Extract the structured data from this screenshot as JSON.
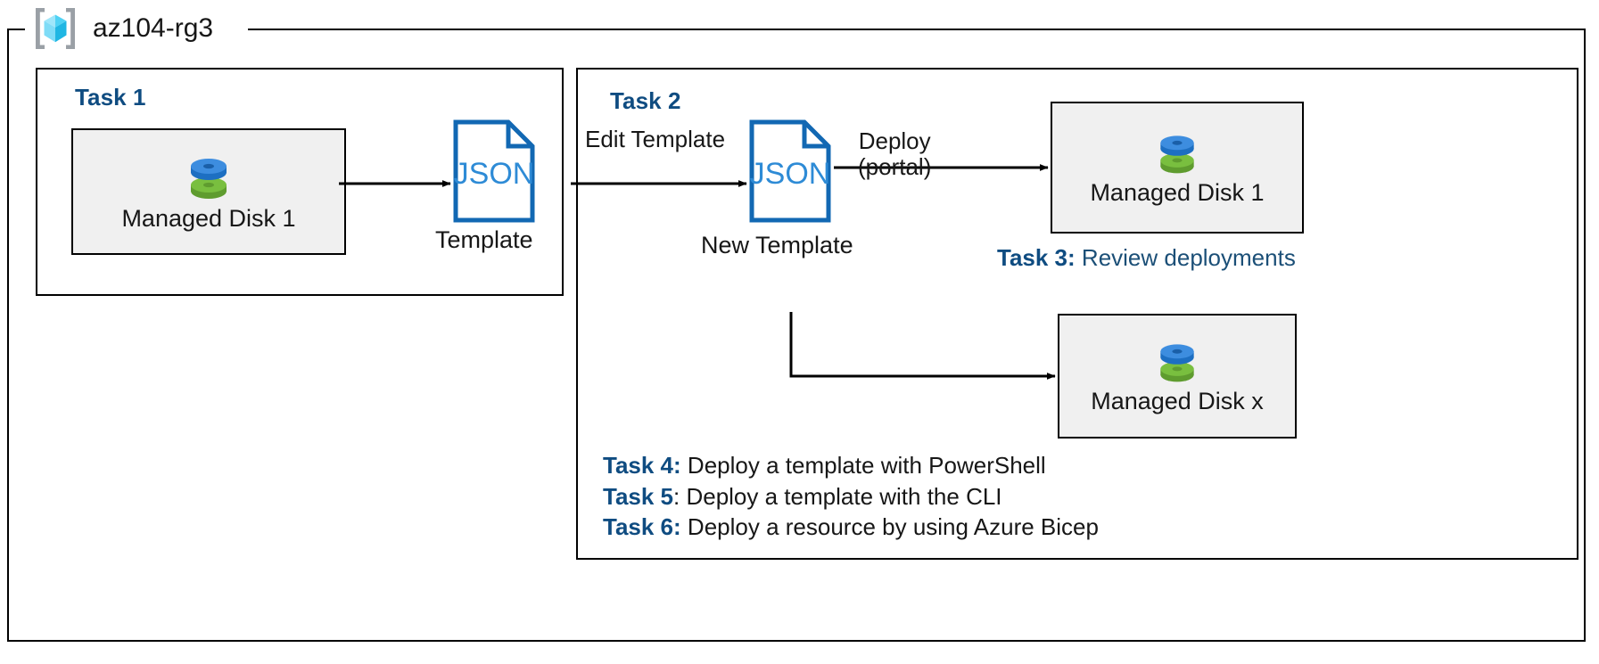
{
  "resource_group": {
    "name": "az104-rg3",
    "icon": "resource-group-cube-icon",
    "icon_colors": {
      "cube_light": "#7fdcf7",
      "cube_mid": "#35c6ef",
      "cube_dark": "#1b9dd9",
      "bracket": "#9aa0a6"
    }
  },
  "colors": {
    "accent_blue": "#0f4c81",
    "link_blue": "#1b4f77",
    "json_blue": "#1268b3",
    "json_text_blue": "#2e8bd6",
    "box_fill": "#f0f0f0",
    "stroke": "#000000",
    "disk_blue": "#3d8ddf",
    "disk_green": "#72b53b"
  },
  "task1": {
    "heading": "Task 1",
    "resource": {
      "label": "Managed Disk 1",
      "icon": "managed-disk-icon"
    },
    "template": {
      "icon": "json-file-icon",
      "icon_text": "JSON",
      "caption": "Template"
    }
  },
  "task2": {
    "heading": "Task 2",
    "edge_edit_label": "Edit Template",
    "new_template": {
      "icon": "json-file-icon",
      "icon_text": "JSON",
      "caption": "New Template"
    },
    "edge_deploy_label_line1": "Deploy",
    "edge_deploy_label_line2": "(portal)",
    "deployed_resource": {
      "label": "Managed Disk 1",
      "icon": "managed-disk-icon"
    },
    "scaled_resource": {
      "label": "Managed Disk x",
      "icon": "managed-disk-icon"
    }
  },
  "task3": {
    "label": "Task 3:",
    "description": "Review deployments"
  },
  "notes": [
    {
      "label": "Task 4:",
      "description": "Deploy a template with PowerShell"
    },
    {
      "label": "Task 5",
      "description": ": Deploy a template with the CLI"
    },
    {
      "label": "Task 6:",
      "description": "Deploy a resource by using Azure Bicep"
    }
  ]
}
